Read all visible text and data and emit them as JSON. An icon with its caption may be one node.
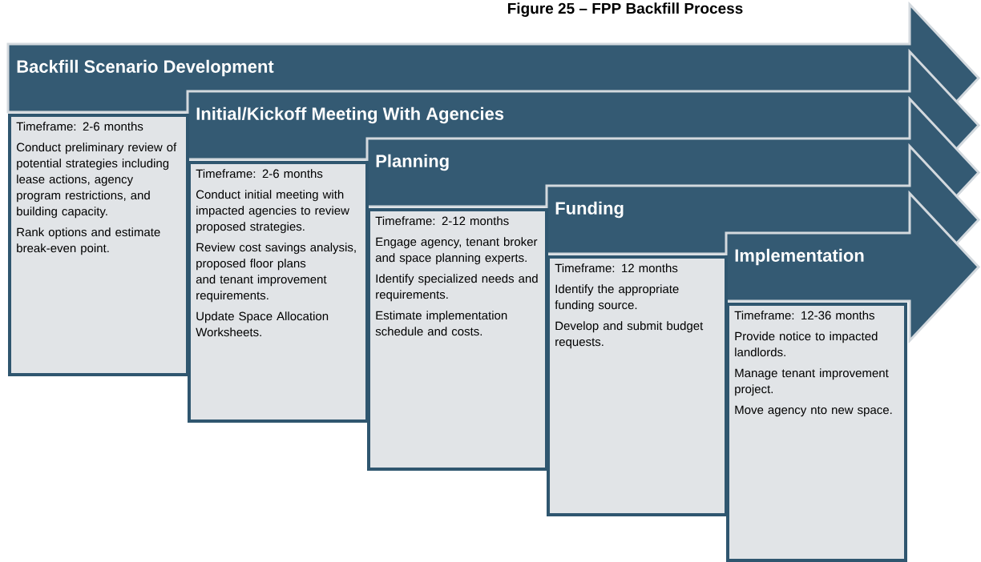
{
  "diagram": {
    "title": "Figure 25 – FPP Backfill Process",
    "nodes": [
      {
        "text": [
          "Backfill Scenario Development"
        ]
      },
      {
        "text": [
          "Timeframe: 2-6 months",
          "Conduct preliminary review of potential strategies including lease actions, agency program restrictions, and building capacity.",
          "Rank options and estimate break-even point."
        ]
      },
      {
        "text": [
          "Initial/Kickoff Meeting With Agencies"
        ]
      },
      {
        "text": [
          "Timeframe: 2-6 months",
          "Conduct initial meeting with impacted agencies to review proposed strategies.",
          "Review cost savings analysis, proposed floor plans and tenant improvement requirements.",
          "Update Space Allocation Worksheets."
        ]
      },
      {
        "text": [
          "Planning"
        ]
      },
      {
        "text": [
          "Timeframe: 2-12 months",
          "Engage agency, tenant broker and space planning experts.",
          "Identify specialized needs and requirements.",
          "Estimate implementation schedule and costs."
        ]
      },
      {
        "text": [
          "Funding"
        ]
      },
      {
        "text": [
          "Timeframe:  12 months",
          "Identify the appropriate funding source.",
          "Develop and submit budget requests."
        ]
      },
      {
        "text": [
          "Implementation"
        ]
      },
      {
        "text": [
          "Timeframe:  12-36 months",
          "Provide notice to impacted landlords.",
          "Manage tenant improvement project.",
          "Move agency nto new space."
        ]
      }
    ]
  }
}
